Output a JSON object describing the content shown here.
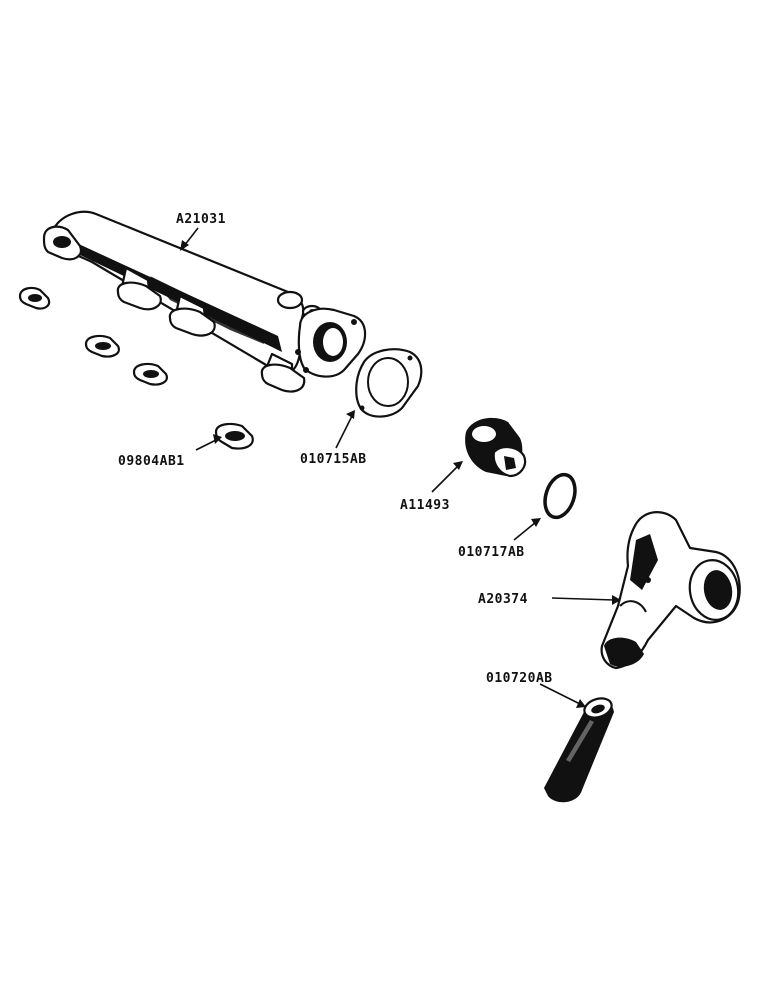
{
  "parts": {
    "exhaust_manifold": {
      "label": "A21031",
      "color": "#111111"
    },
    "manifold_gasket": {
      "label": "09804AB1"
    },
    "outlet_gasket": {
      "label": "010715AB"
    },
    "thermostat": {
      "label": "A11493"
    },
    "thermostat_seal": {
      "label": "010717AB"
    },
    "water_outlet_elbow": {
      "label": "A20374"
    },
    "hose": {
      "label": "010720AB"
    }
  },
  "colors": {
    "ink": "#111111",
    "paper": "#ffffff"
  }
}
